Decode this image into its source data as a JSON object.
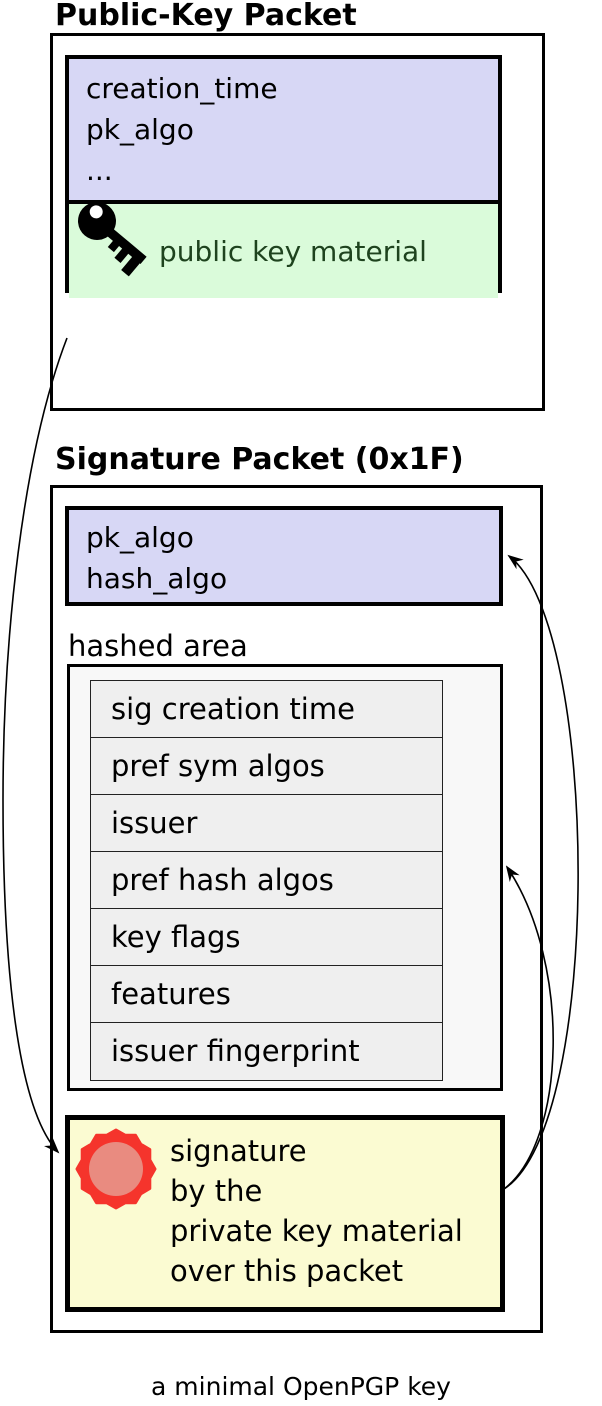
{
  "diagram": {
    "caption": "a minimal OpenPGP key",
    "public_key_packet": {
      "title": "Public-Key Packet",
      "header_fields": [
        "creation_time",
        "pk_algo",
        "..."
      ],
      "material_label": "public key material",
      "material_icon": "key"
    },
    "signature_packet": {
      "title": "Signature Packet (0x1F)",
      "header_fields": [
        "pk_algo",
        "hash_algo"
      ],
      "hashed_area": {
        "label": "hashed area",
        "subpackets": [
          "sig creation time",
          "pref sym algos",
          "issuer",
          "pref hash algos",
          "key flags",
          "features",
          "issuer fingerprint"
        ]
      },
      "signature": {
        "lines": [
          "signature",
          "by the",
          "private key material",
          "over this packet"
        ],
        "icon": "wax-seal"
      }
    },
    "colors": {
      "header_fill": "#d7d7f5",
      "key_material_fill": "#dafbda",
      "key_material_text": "#1e431e",
      "hashed_area_fill": "#f8f8f8",
      "subpacket_fill": "#efefef",
      "signature_fill": "#fbfbd2",
      "seal_outer": "#f5342c",
      "seal_inner": "#e98b80"
    }
  }
}
